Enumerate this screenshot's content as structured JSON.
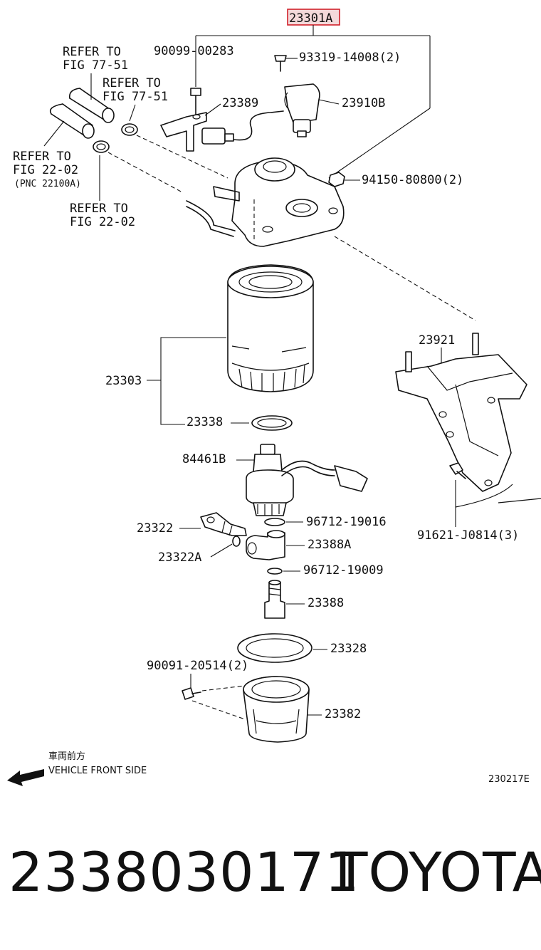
{
  "diagram": {
    "highlighted_part": "23301A",
    "labels": {
      "p90099": "90099-00283",
      "p93319": "93319-14008(2)",
      "p23389": "23389",
      "p23910B": "23910B",
      "p94150": "94150-80800(2)",
      "p23921": "23921",
      "p23303": "23303",
      "p23338": "23338",
      "p84461B": "84461B",
      "p96712a": "96712-19016",
      "p23322": "23322",
      "p23322A": "23322A",
      "p23388A": "23388A",
      "p96712b": "96712-19009",
      "p23388": "23388",
      "p91621": "91621-J0814(3)",
      "p23328": "23328",
      "p90091": "90091-20514(2)",
      "p23382": "23382"
    },
    "refs": {
      "ref1_l1": "REFER TO",
      "ref1_l2": "FIG 77-51",
      "ref2_l1": "REFER TO",
      "ref2_l2": "FIG 77-51",
      "ref3_l1": "REFER TO",
      "ref3_l2": "FIG 22-02",
      "ref3_l3": "(PNC 22100A)",
      "ref4_l1": "REFER TO",
      "ref4_l2": "FIG 22-02"
    },
    "vehicle_front_jp": "車両前方",
    "vehicle_front_en": "VEHICLE FRONT SIDE",
    "figure_code": "230217E",
    "accent_color": "#d0202a"
  },
  "footer": {
    "part_number": "2338030171",
    "brand": "TOYOTA"
  }
}
